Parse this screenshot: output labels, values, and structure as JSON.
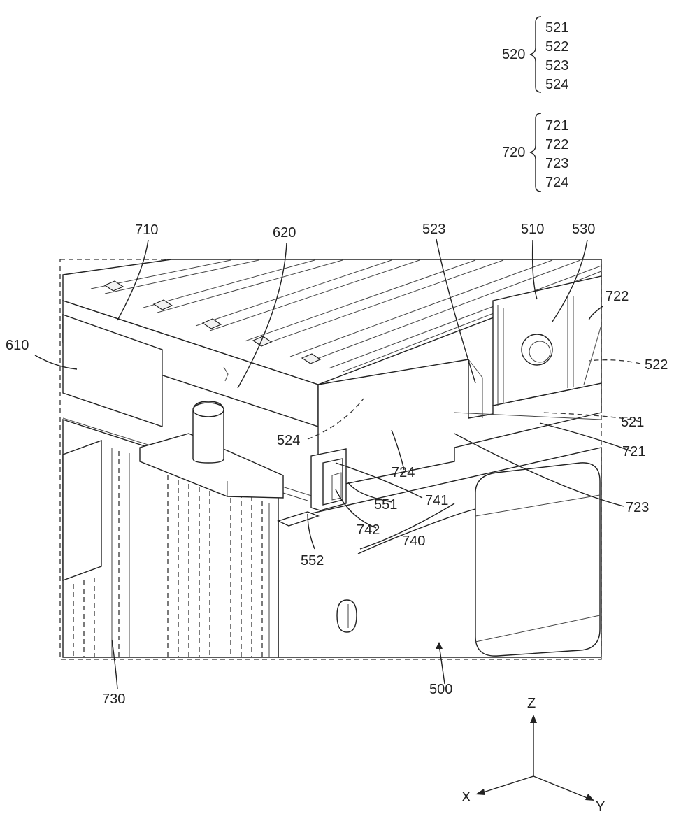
{
  "groups": {
    "g520": {
      "label": "520",
      "members": [
        "521",
        "522",
        "523",
        "524"
      ]
    },
    "g720": {
      "label": "720",
      "members": [
        "721",
        "722",
        "723",
        "724"
      ]
    }
  },
  "labels": {
    "l710": "710",
    "l620": "620",
    "l523": "523",
    "l510": "510",
    "l530": "530",
    "l722": "722",
    "l610": "610",
    "l522": "522",
    "l521": "521",
    "l524": "524",
    "l721": "721",
    "l724": "724",
    "l741": "741",
    "l551": "551",
    "l723": "723",
    "l742": "742",
    "l740": "740",
    "l552": "552",
    "l730": "730",
    "l500": "500"
  },
  "axes": {
    "z": "Z",
    "x": "X",
    "y": "Y"
  }
}
